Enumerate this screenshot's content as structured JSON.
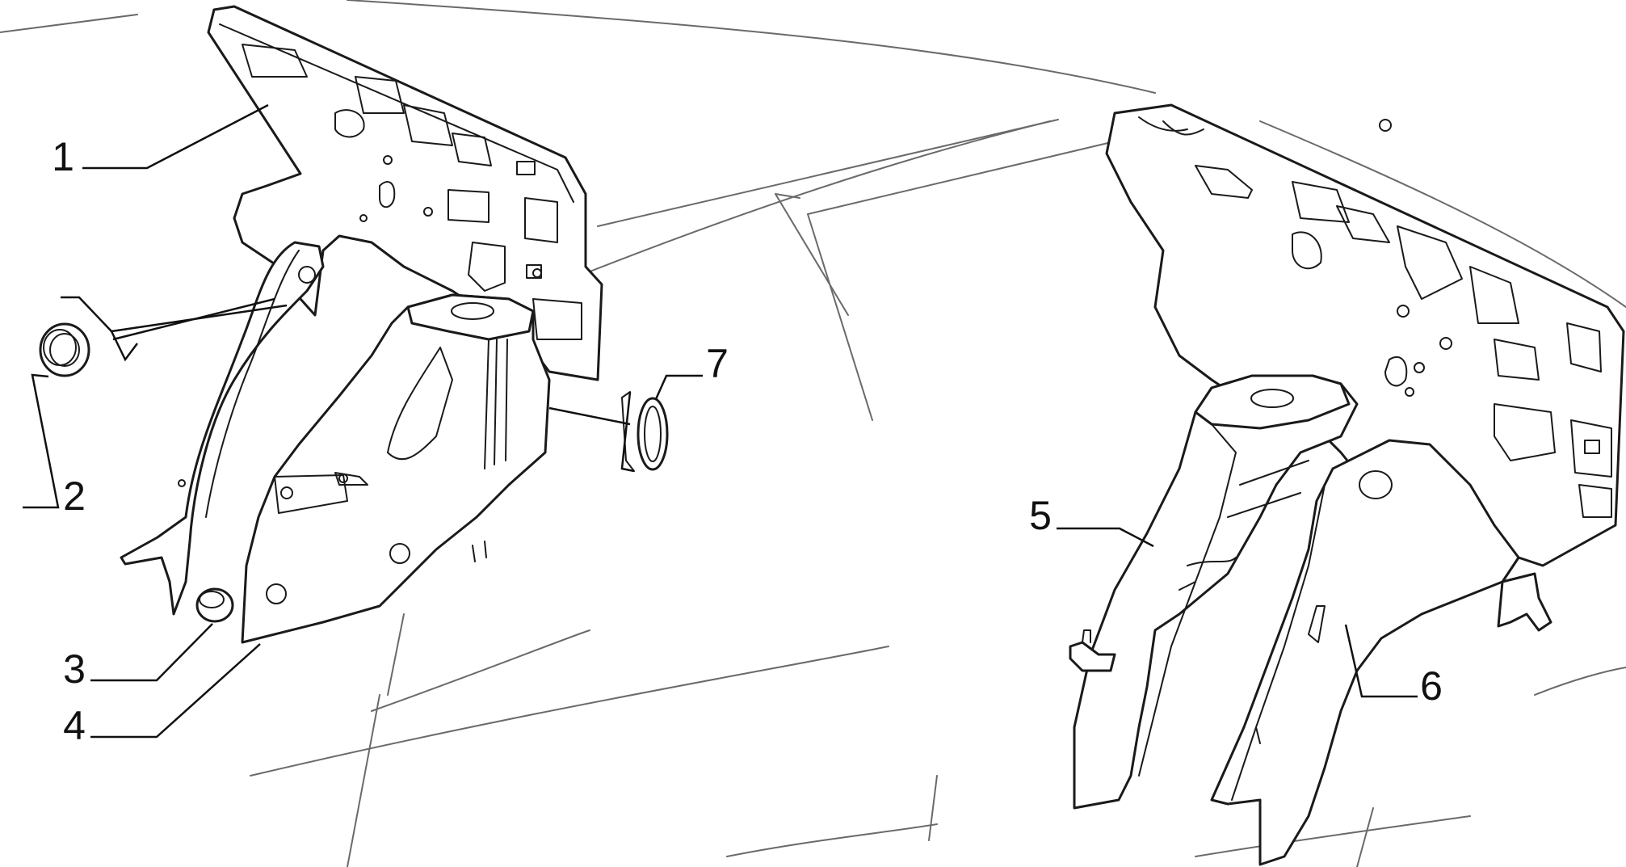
{
  "callouts": [
    {
      "num": "1"
    },
    {
      "num": "2"
    },
    {
      "num": "3"
    },
    {
      "num": "4"
    },
    {
      "num": "5"
    },
    {
      "num": "6"
    },
    {
      "num": "7"
    }
  ],
  "colors": {
    "line": "#1a1a1a",
    "background": "#ffffff"
  }
}
